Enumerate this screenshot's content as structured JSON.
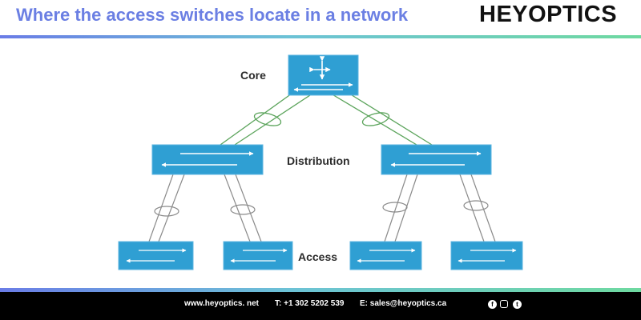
{
  "header": {
    "title": "Where the access switches locate in a network",
    "brand": "HEYOPTICS"
  },
  "diagram": {
    "layers": {
      "core": "Core",
      "distribution": "Distribution",
      "access": "Access"
    },
    "colors": {
      "switch_fill": "#2f9fd3",
      "switch_border": "#5cb6e0",
      "uplink_core": "#5aa35a",
      "uplink_access": "#8a8a8a"
    }
  },
  "footer": {
    "website": "www.heyoptics. net",
    "phone": "T: +1 302 5202 539",
    "email": "E: sales@heyoptics.ca",
    "social_icons": [
      "facebook-icon",
      "instagram-icon",
      "twitter-icon"
    ]
  },
  "colors": {
    "title": "#6b7fe3",
    "accent_gradient": [
      "#6a7ce6",
      "#6cc2d6",
      "#6ed9a0"
    ],
    "footer_bg": "#000000"
  }
}
